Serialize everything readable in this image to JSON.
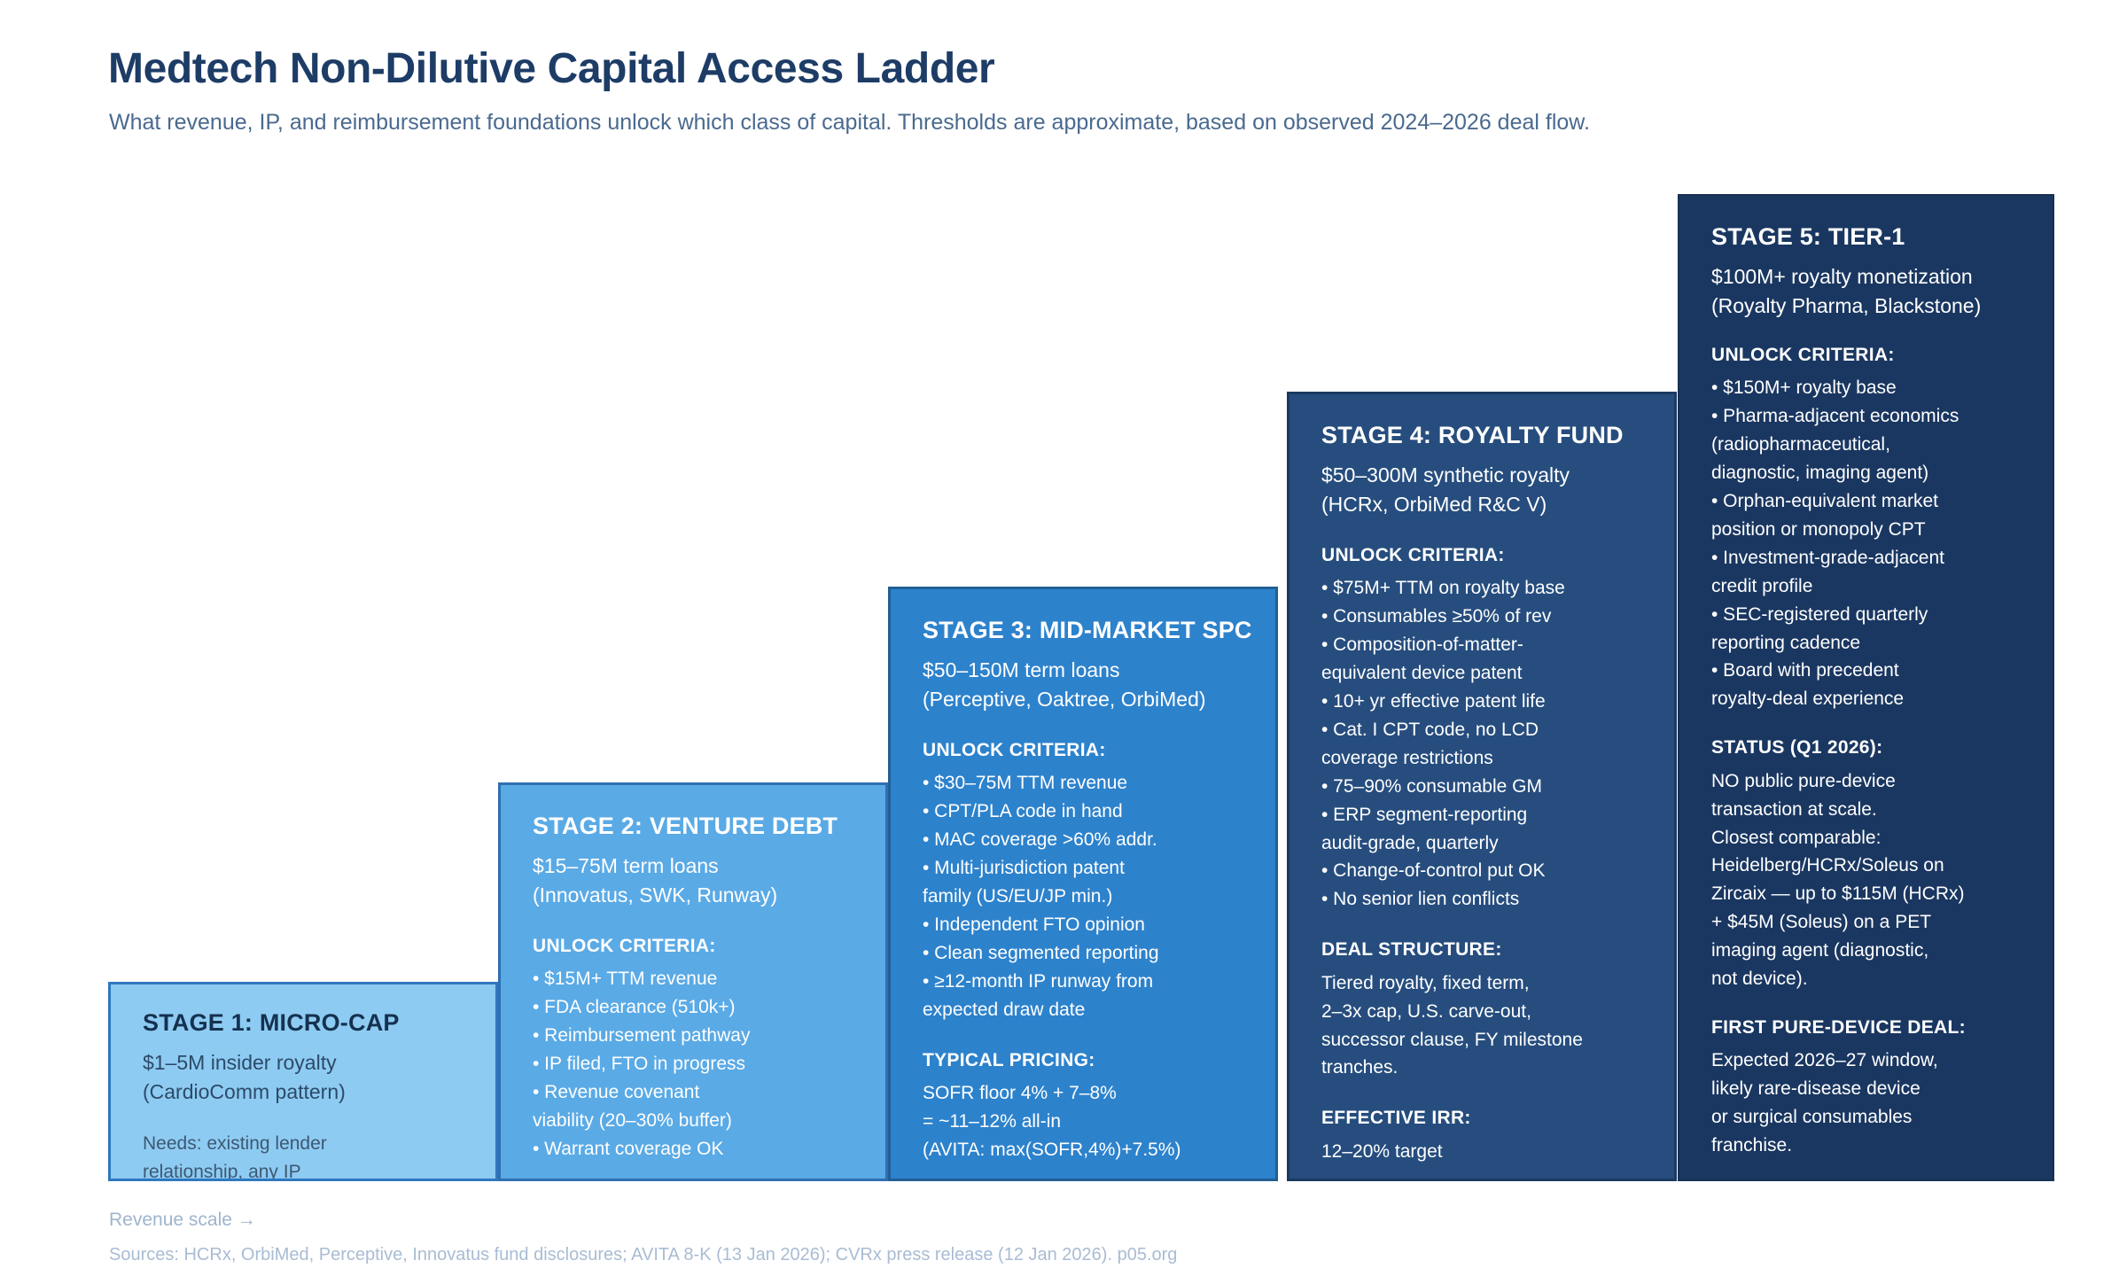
{
  "header": {
    "title": "Medtech Non-Dilutive Capital Access Ladder",
    "subtitle": "What revenue, IP, and reimbursement foundations unlock which class of capital. Thresholds are approximate, based on observed 2024–2026 deal flow."
  },
  "colors": {
    "title": "#1d3c66",
    "subtitle": "#4a6a8f",
    "stage1_bg": "#8ecbf2",
    "stage2_bg": "#5aaae6",
    "stage3_bg": "#2d82cc",
    "stage4_bg": "#264d7e",
    "stage5_bg": "#1a3761",
    "footer": "#a9bcd3"
  },
  "stages": [
    {
      "id": "stage-1",
      "title": "STAGE 1: MICRO-CAP",
      "amount": "$1–5M insider royalty",
      "players": "(CardioComm pattern)",
      "sections": [
        {
          "heading": "",
          "lines": [
            "Needs: existing lender",
            "relationship, any IP"
          ],
          "bullets": []
        }
      ]
    },
    {
      "id": "stage-2",
      "title": "STAGE 2: VENTURE DEBT",
      "amount": "$15–75M term loans",
      "players": "(Innovatus, SWK, Runway)",
      "sections": [
        {
          "heading": "UNLOCK CRITERIA:",
          "lines": [],
          "bullets": [
            "• $15M+ TTM revenue",
            "• FDA clearance (510k+)",
            "• Reimbursement pathway",
            "• IP filed, FTO in progress",
            "• Revenue covenant",
            "viability (20–30% buffer)",
            "• Warrant coverage OK"
          ]
        }
      ]
    },
    {
      "id": "stage-3",
      "title": "STAGE 3: MID-MARKET SPC",
      "amount": "$50–150M term loans",
      "players": "(Perceptive, Oaktree, OrbiMed)",
      "sections": [
        {
          "heading": "UNLOCK CRITERIA:",
          "lines": [],
          "bullets": [
            "• $30–75M TTM revenue",
            "• CPT/PLA code in hand",
            "• MAC coverage >60% addr.",
            "• Multi-jurisdiction patent",
            "family (US/EU/JP min.)",
            "• Independent FTO opinion",
            "• Clean segmented reporting",
            "• ≥12-month IP runway from",
            "expected draw date"
          ]
        },
        {
          "heading": "TYPICAL PRICING:",
          "lines": [
            "SOFR floor 4% + 7–8%",
            "= ~11–12% all-in",
            "(AVITA: max(SOFR,4%)+7.5%)"
          ],
          "bullets": []
        }
      ]
    },
    {
      "id": "stage-4",
      "title": "STAGE 4: ROYALTY FUND",
      "amount": "$50–300M synthetic royalty",
      "players": "(HCRx, OrbiMed R&C V)",
      "sections": [
        {
          "heading": "UNLOCK CRITERIA:",
          "lines": [],
          "bullets": [
            "• $75M+ TTM on royalty base",
            "• Consumables ≥50% of rev",
            "• Composition-of-matter-",
            "equivalent device patent",
            "• 10+ yr effective patent life",
            "• Cat. I CPT code, no LCD",
            "coverage restrictions",
            "• 75–90% consumable GM",
            "• ERP segment-reporting",
            "audit-grade, quarterly",
            "• Change-of-control put OK",
            "• No senior lien conflicts"
          ]
        },
        {
          "heading": "DEAL STRUCTURE:",
          "lines": [
            "Tiered royalty, fixed term,",
            "2–3x cap, U.S. carve-out,",
            "successor clause, FY milestone",
            "tranches."
          ],
          "bullets": []
        },
        {
          "heading": "EFFECTIVE IRR:",
          "lines": [
            "12–20% target"
          ],
          "bullets": []
        }
      ]
    },
    {
      "id": "stage-5",
      "title": "STAGE 5: TIER-1",
      "amount": "$100M+ royalty monetization",
      "players": "(Royalty Pharma, Blackstone)",
      "sections": [
        {
          "heading": "UNLOCK CRITERIA:",
          "lines": [],
          "bullets": [
            "• $150M+ royalty base",
            "• Pharma-adjacent economics",
            "(radiopharmaceutical,",
            "diagnostic, imaging agent)",
            "• Orphan-equivalent market",
            "position or monopoly CPT",
            "• Investment-grade-adjacent",
            "credit profile",
            "• SEC-registered quarterly",
            "reporting cadence",
            "• Board with precedent",
            "royalty-deal experience"
          ]
        },
        {
          "heading": "STATUS (Q1 2026):",
          "lines": [
            "NO public pure-device",
            "transaction at scale.",
            "Closest comparable:",
            "Heidelberg/HCRx/Soleus on",
            "Zircaix — up to $115M (HCRx)",
            "+ $45M (Soleus) on a PET",
            "imaging agent (diagnostic,",
            "not device)."
          ],
          "bullets": []
        },
        {
          "heading": "FIRST PURE-DEVICE DEAL:",
          "lines": [
            "Expected 2026–27 window,",
            "likely rare-disease device",
            "or surgical consumables",
            "franchise."
          ],
          "bullets": []
        }
      ]
    }
  ],
  "footer": {
    "axis_label": "Revenue scale →",
    "sources": "Sources: HCRx, OrbiMed, Perceptive, Innovatus fund disclosures; AVITA 8-K (13 Jan 2026); CVRx press release (12 Jan 2026). p05.org"
  }
}
